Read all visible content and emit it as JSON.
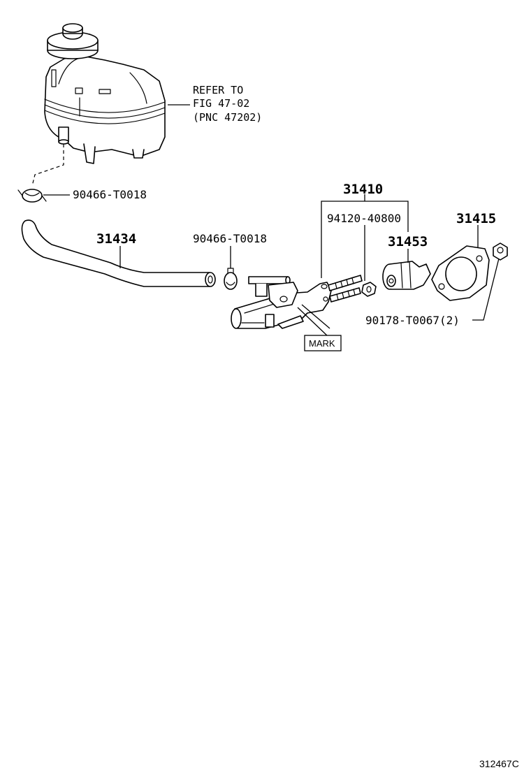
{
  "diagram": {
    "reference": {
      "line1": "REFER TO",
      "line2": "FIG 47-02",
      "line3": "(PNC 47202)"
    },
    "callouts": {
      "clip_upper": "90466-T0018",
      "hose": "31434",
      "clip_lower": "90466-T0018",
      "master_cylinder_assy": "31410",
      "stud_nut": "94120-40800",
      "push_rod_boot": "31453",
      "gasket": "31415",
      "nut": "90178-T0067(2)"
    },
    "mark_label": "MARK",
    "figure_code": "312467C"
  }
}
